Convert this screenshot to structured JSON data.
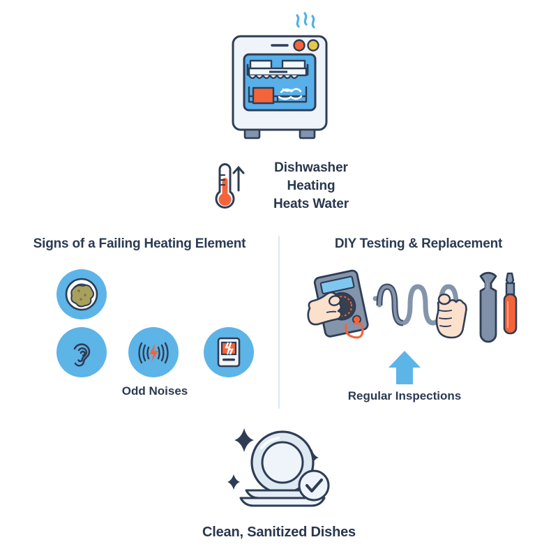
{
  "page": {
    "background_color": "#ffffff",
    "accent_blue": "#5db4e7",
    "accent_orange": "#f4643a",
    "ink": "#2b3a52",
    "divider_color": "#d9e8f5"
  },
  "hero": {
    "icon": "dishwasher-icon",
    "steam_icon": "steam-icon",
    "spray_icon": "water-spray-icon",
    "control_buttons": [
      {
        "name": "power-button",
        "color": "#f4643a"
      },
      {
        "name": "cycle-button",
        "color": "#e9c64a"
      }
    ],
    "caption": {
      "thermometer_icon": "thermometer-up-icon",
      "lines": [
        "Dishwasher",
        "Heating",
        "Heats Water"
      ]
    }
  },
  "sections": {
    "left": {
      "heading": "Signs of a Failing Heating Element",
      "icons": [
        {
          "name": "dirty-dish-icon",
          "label": ""
        },
        {
          "name": "ear-icon",
          "label": ""
        },
        {
          "name": "noise-waves-icon",
          "label": ""
        },
        {
          "name": "error-display-icon",
          "label": ""
        }
      ],
      "caption": "Odd Noises"
    },
    "right": {
      "heading": "DIY Testing & Replacement",
      "icons": [
        {
          "name": "multimeter-in-hand-icon",
          "label": ""
        },
        {
          "name": "heating-element-coil-icon",
          "label": ""
        },
        {
          "name": "wrench-icon",
          "label": ""
        },
        {
          "name": "screwdriver-icon",
          "label": ""
        }
      ],
      "arrow_icon": "arrow-up-icon",
      "caption": "Regular Inspections"
    }
  },
  "footer": {
    "icon": "clean-dishes-icon",
    "badge_icon": "check-badge-icon",
    "sparkle_icon": "sparkle-icon",
    "caption": "Clean, Sanitized Dishes"
  }
}
